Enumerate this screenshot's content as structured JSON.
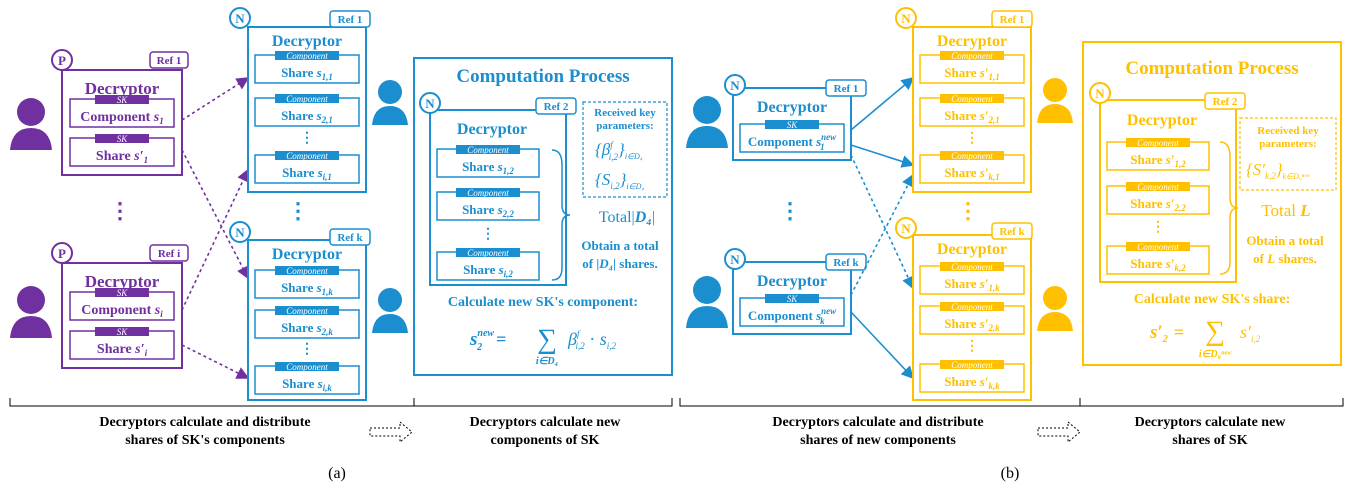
{
  "colors": {
    "purple": "#7030A0",
    "blue": "#1B8ED0",
    "gold": "#FFC000",
    "black": "#000000"
  },
  "labels": {
    "decryptor": "Decryptor",
    "sk": "SK",
    "component": "Component",
    "share": "Share",
    "ref1": "Ref 1",
    "ref2": "Ref 2",
    "refi": "Ref i",
    "refk": "Ref k",
    "P": "P",
    "N": "N",
    "computation_process": "Computation Process",
    "received_key_params": "Received key parameters:",
    "total": "Total",
    "calc_new_component": "Calculate new SK's component:",
    "calc_new_share": "Calculate new SK's share:",
    "vdots": "⋮"
  },
  "panel_a": {
    "obtain_total": "Obtain a total of |D₄| shares.",
    "total_var": "|D₄|",
    "formula": "s₂ⁿᵉʷ = Σ_{i∈D₄} β^f_{i,2} · s_{i,2}",
    "left_caption": "Decryptors calculate and distribute shares of SK's components",
    "right_caption": "Decryptors calculate new components of  SK",
    "panel_label": "(a)"
  },
  "panel_b": {
    "obtain_total": "Obtain a total of L shares.",
    "total_var": "L",
    "formula": "s′₂ = Σ_{i∈D₀ⁿᵉʷ} s′_{i,2}",
    "left_caption": "Decryptors calculate and distribute shares of new components",
    "right_caption": "Decryptors calculate new shares of  SK",
    "panel_label": "(b)"
  }
}
